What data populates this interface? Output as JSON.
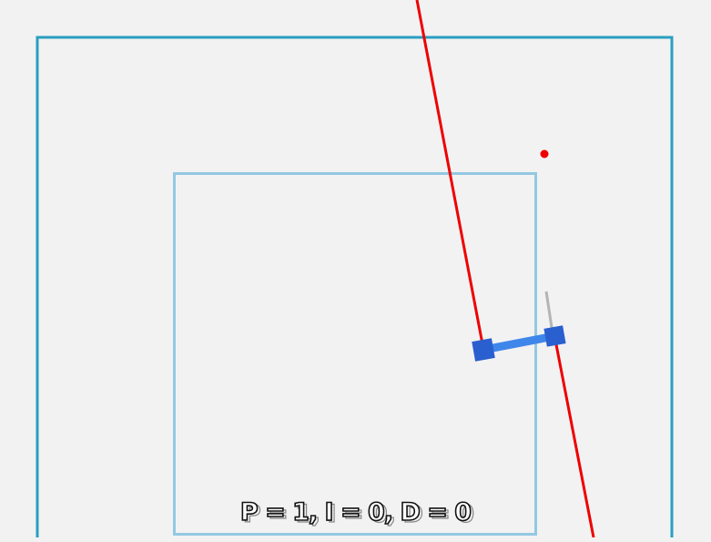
{
  "simulation": {
    "caption": "P = 1, I = 0, D = 0",
    "pid": {
      "P": 1,
      "I": 0,
      "D": 0
    }
  },
  "colors": {
    "background": "#f2f2f2",
    "outer_boundary": "#2a9fc0",
    "inner_boundary": "#93c8e2",
    "rod": "#3f86ea",
    "endpoint_blocks": "#2a5fcf",
    "guide_line": "#ee0000",
    "target_point": "#ee0000",
    "direction_indicator": "#b4b4b4"
  }
}
